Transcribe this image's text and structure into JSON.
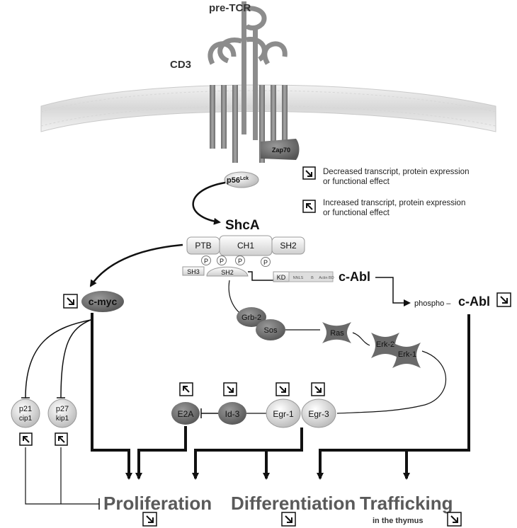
{
  "receptor": {
    "pre_tcr": "pre-TCR",
    "cd3": "CD3"
  },
  "kinases": {
    "zap70": "Zap70",
    "p56lck": "p56",
    "p56lck_sup": "Lck"
  },
  "shca": {
    "title": "ShcA",
    "domains": [
      "PTB",
      "CH1",
      "SH2"
    ],
    "phospho": "P"
  },
  "cabl": {
    "label": "c-Abl",
    "domains": {
      "sh3": "SH3",
      "sh2": "SH2",
      "kd": "KD",
      "nls": "NNLS",
      "b": "B",
      "actin": "Actin BD"
    },
    "phospho_prefix": "phospho –",
    "phospho_label": "c-Abl"
  },
  "legend": {
    "decreased": [
      "Decreased transcript, protein expression",
      "or functional effect"
    ],
    "increased": [
      "Increased transcript, protein expression",
      "or functional effect"
    ]
  },
  "nodes": {
    "cmyc": "c-myc",
    "grb2": "Grb-2",
    "sos": "Sos",
    "ras": "Ras",
    "erk2": "Erk-2",
    "erk1": "Erk-1",
    "e2a": "E2A",
    "id3": "Id-3",
    "egr1": "Egr-1",
    "egr3": "Egr-3",
    "p21_a": "p21",
    "p21_b": "cip1",
    "p27_a": "p27",
    "p27_b": "kip1"
  },
  "outcomes": {
    "proliferation": "Proliferation",
    "differentiation": "Differentiation",
    "trafficking": "Trafficking",
    "trafficking_sub": "in the thymus"
  },
  "colors": {
    "receptor": "#8c8c8c",
    "node_dark": "#6e6e6e",
    "node_light": "#c8c8c8",
    "text": "#1a1a1a",
    "outcome_text": "#5a5a5a",
    "membrane": "#bdbdbd"
  },
  "icons": [
    "arrow-down-right-icon",
    "arrow-up-left-icon"
  ]
}
